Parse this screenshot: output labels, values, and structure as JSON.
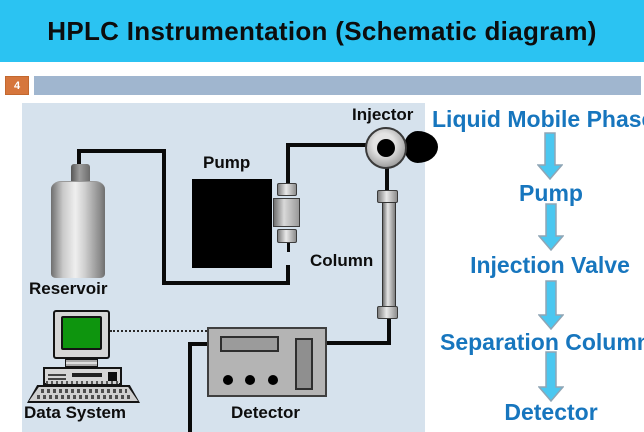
{
  "slide": {
    "title": "HPLC Instrumentation (Schematic diagram)",
    "slide_number": "4"
  },
  "schematic": {
    "labels": {
      "reservoir": "Reservoir",
      "pump": "Pump",
      "injector": "Injector",
      "column": "Column",
      "detector": "Detector",
      "data_system": "Data System"
    }
  },
  "flowchart": {
    "steps": [
      {
        "label": "Liquid Mobile Phase"
      },
      {
        "label": "Pump"
      },
      {
        "label": "Injection Valve"
      },
      {
        "label": "Separation Column"
      },
      {
        "label": "Detector"
      }
    ],
    "arrow_icon": "down-block-arrow"
  },
  "colors": {
    "title_bar_bg": "#2BC3F2",
    "slide_number_bg": "#D6763C",
    "header_bar_bg": "#A0B6CF",
    "panel_bg": "#D6E2ED",
    "flow_text": "#1776BE",
    "arrow_fill": "#4AC7F0",
    "monitor_screen": "#0E950E"
  }
}
